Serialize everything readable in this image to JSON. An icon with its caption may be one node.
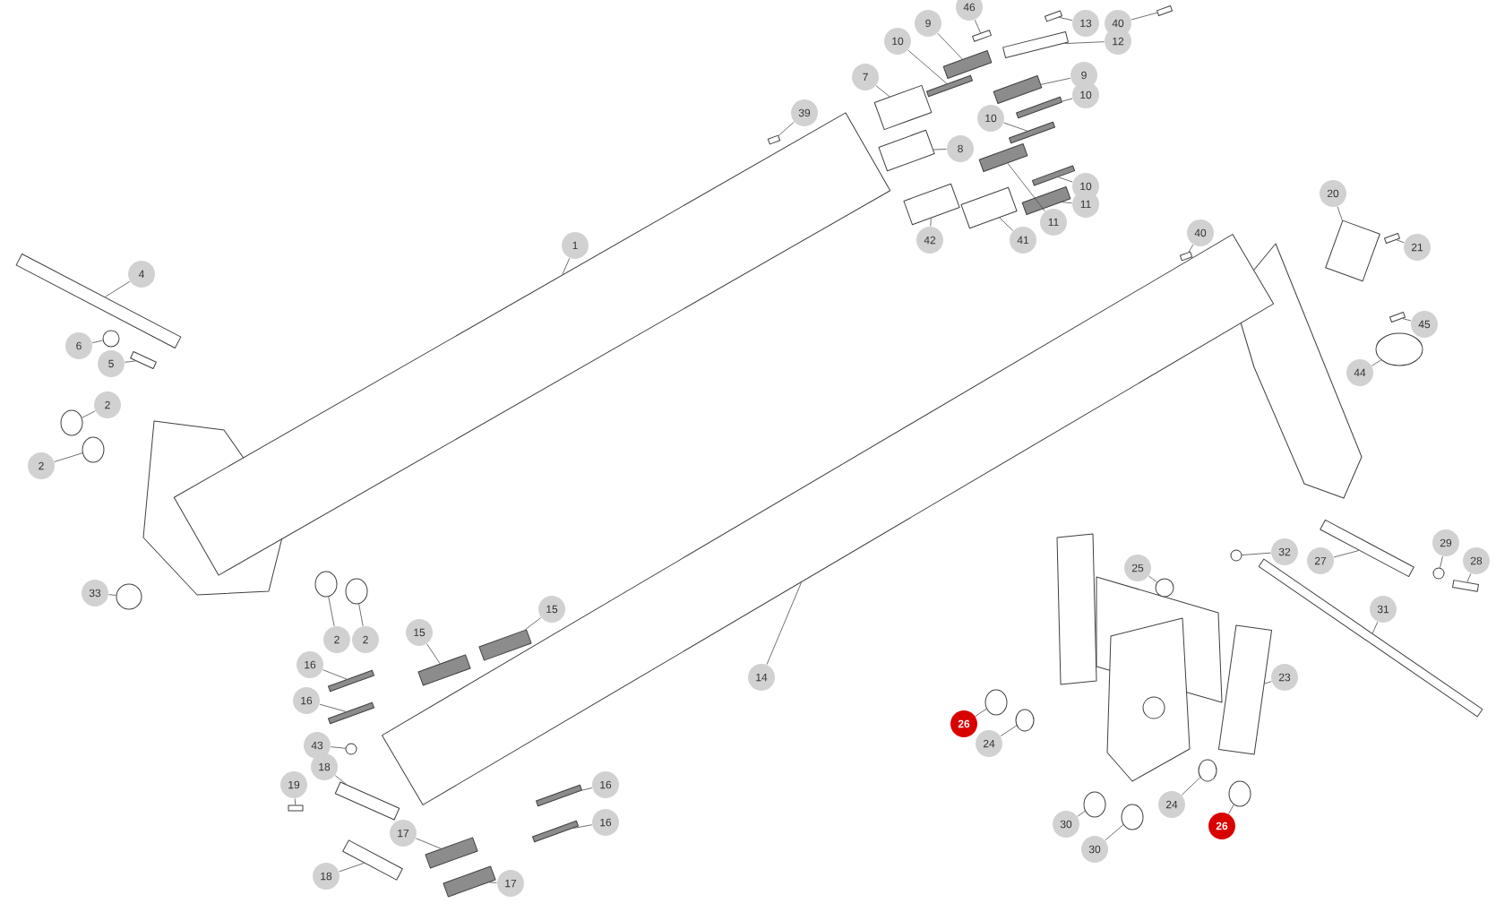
{
  "diagram": {
    "nodes": [
      {
        "text": [
          "46"
        ]
      },
      {
        "text": [
          "9"
        ]
      },
      {
        "text": [
          "13"
        ]
      },
      {
        "text": [
          "40"
        ]
      },
      {
        "text": [
          "10"
        ]
      },
      {
        "text": [
          "12"
        ]
      },
      {
        "text": [
          "7"
        ]
      },
      {
        "text": [
          "9"
        ]
      },
      {
        "text": [
          "10"
        ]
      },
      {
        "text": [
          "39"
        ]
      },
      {
        "text": [
          "10"
        ]
      },
      {
        "text": [
          "8"
        ]
      },
      {
        "text": [
          "10"
        ]
      },
      {
        "text": [
          "11"
        ]
      },
      {
        "text": [
          "11"
        ]
      },
      {
        "text": [
          "42"
        ]
      },
      {
        "text": [
          "41"
        ]
      },
      {
        "text": [
          "20"
        ]
      },
      {
        "text": [
          "1"
        ]
      },
      {
        "text": [
          "40"
        ]
      },
      {
        "text": [
          "21"
        ]
      },
      {
        "text": [
          "4"
        ]
      },
      {
        "text": [
          "45"
        ]
      },
      {
        "text": [
          "6"
        ]
      },
      {
        "text": [
          "5"
        ]
      },
      {
        "text": [
          "44"
        ]
      },
      {
        "text": [
          "2"
        ]
      },
      {
        "text": [
          "2"
        ]
      },
      {
        "text": [
          "29"
        ]
      },
      {
        "text": [
          "32"
        ]
      },
      {
        "text": [
          "27"
        ]
      },
      {
        "text": [
          "28"
        ]
      },
      {
        "text": [
          "25"
        ]
      },
      {
        "text": [
          "33"
        ]
      },
      {
        "text": [
          "31"
        ]
      },
      {
        "text": [
          "15"
        ]
      },
      {
        "text": [
          "15"
        ]
      },
      {
        "text": [
          "2"
        ]
      },
      {
        "text": [
          "2"
        ]
      },
      {
        "text": [
          "16"
        ]
      },
      {
        "text": [
          "23"
        ]
      },
      {
        "text": [
          "14"
        ]
      },
      {
        "text": [
          "16"
        ]
      },
      {
        "text": [
          "26"
        ]
      },
      {
        "text": [
          "24"
        ]
      },
      {
        "text": [
          "43"
        ]
      },
      {
        "text": [
          "18"
        ]
      },
      {
        "text": [
          "19"
        ]
      },
      {
        "text": [
          "16"
        ]
      },
      {
        "text": [
          "24"
        ]
      },
      {
        "text": [
          "16"
        ]
      },
      {
        "text": [
          "30"
        ]
      },
      {
        "text": [
          "26"
        ]
      },
      {
        "text": [
          "30"
        ]
      },
      {
        "text": [
          "17"
        ]
      },
      {
        "text": [
          "18"
        ]
      },
      {
        "text": [
          "17"
        ]
      },
      {
        "text": [],
        "shape": "bar"
      },
      {
        "text": [],
        "shape": "bar"
      },
      {
        "text": [],
        "shape": "bar"
      },
      {
        "text": [],
        "shape": "bar"
      },
      {
        "text": [],
        "shape": "bar"
      },
      {
        "text": [],
        "shape": "bar"
      },
      {
        "text": [],
        "shape": "box"
      },
      {
        "text": [],
        "shape": "bar"
      },
      {
        "text": [],
        "shape": "bar"
      },
      {
        "text": [],
        "shape": "bar"
      },
      {
        "text": [],
        "shape": "bar"
      },
      {
        "text": [],
        "shape": "box"
      },
      {
        "text": [],
        "shape": "bar"
      },
      {
        "text": [],
        "shape": "bar"
      },
      {
        "text": [],
        "shape": "bar"
      },
      {
        "text": [],
        "shape": "box"
      },
      {
        "text": [],
        "shape": "box"
      },
      {
        "text": [],
        "shape": "box"
      },
      {
        "text": [],
        "shape": "bar"
      },
      {
        "text": [],
        "shape": "bar"
      },
      {
        "text": [],
        "shape": "bar"
      },
      {
        "text": [],
        "shape": "bar"
      },
      {
        "text": [],
        "shape": "bar"
      },
      {
        "text": [],
        "shape": "circle"
      },
      {
        "text": [],
        "shape": "bar"
      },
      {
        "text": [],
        "shape": "circle"
      },
      {
        "text": [],
        "shape": "circle"
      },
      {
        "text": [],
        "shape": "circle"
      },
      {
        "text": [],
        "shape": "circle"
      },
      {
        "text": [],
        "shape": "circle"
      },
      {
        "text": [],
        "shape": "bar"
      },
      {
        "text": [],
        "shape": "bar"
      },
      {
        "text": [],
        "shape": "circle"
      },
      {
        "text": [],
        "shape": "circle"
      },
      {
        "text": [],
        "shape": "bar"
      },
      {
        "text": [],
        "shape": "bar"
      },
      {
        "text": [],
        "shape": "bar"
      },
      {
        "text": [],
        "shape": "circle"
      },
      {
        "text": [],
        "shape": "circle"
      },
      {
        "text": [],
        "shape": "bar"
      },
      {
        "text": [],
        "shape": "box"
      },
      {
        "text": [],
        "shape": "bar"
      },
      {
        "text": [],
        "shape": "bar"
      },
      {
        "text": [],
        "shape": "circle"
      },
      {
        "text": [],
        "shape": "circle"
      },
      {
        "text": [],
        "shape": "circle"
      },
      {
        "text": [],
        "shape": "bar"
      },
      {
        "text": [],
        "shape": "bar"
      },
      {
        "text": [],
        "shape": "bar"
      },
      {
        "text": [],
        "shape": "circle"
      },
      {
        "text": [],
        "shape": "bar"
      },
      {
        "text": [],
        "shape": "circle"
      },
      {
        "text": [],
        "shape": "circle"
      },
      {
        "text": [],
        "shape": "circle"
      },
      {
        "text": [],
        "shape": "bar"
      },
      {
        "text": [],
        "shape": "bar"
      },
      {
        "text": [],
        "shape": "bar"
      }
    ],
    "edges": [
      {
        "from": 0,
        "to": 57,
        "arrow": "none"
      },
      {
        "from": 1,
        "to": 58,
        "arrow": "none"
      },
      {
        "from": 2,
        "to": 59,
        "arrow": "none"
      },
      {
        "from": 3,
        "to": 60,
        "arrow": "none"
      },
      {
        "from": 4,
        "to": 61,
        "arrow": "none"
      },
      {
        "from": 5,
        "to": 62,
        "arrow": "none"
      },
      {
        "from": 6,
        "to": 63,
        "arrow": "none"
      },
      {
        "from": 7,
        "to": 64,
        "arrow": "none"
      },
      {
        "from": 8,
        "to": 65,
        "arrow": "none"
      },
      {
        "from": 9,
        "to": 66,
        "arrow": "none"
      },
      {
        "from": 10,
        "to": 67,
        "arrow": "none"
      },
      {
        "from": 11,
        "to": 68,
        "arrow": "none"
      },
      {
        "from": 12,
        "to": 69,
        "arrow": "none"
      },
      {
        "from": 13,
        "to": 70,
        "arrow": "none"
      },
      {
        "from": 14,
        "to": 71,
        "arrow": "none"
      },
      {
        "from": 15,
        "to": 72,
        "arrow": "none"
      },
      {
        "from": 16,
        "to": 73,
        "arrow": "none"
      },
      {
        "from": 17,
        "to": 74,
        "arrow": "none"
      },
      {
        "from": 18,
        "to": 75,
        "arrow": "none"
      },
      {
        "from": 19,
        "to": 76,
        "arrow": "none"
      },
      {
        "from": 20,
        "to": 77,
        "arrow": "none"
      },
      {
        "from": 21,
        "to": 78,
        "arrow": "none"
      },
      {
        "from": 22,
        "to": 79,
        "arrow": "none"
      },
      {
        "from": 23,
        "to": 80,
        "arrow": "none"
      },
      {
        "from": 24,
        "to": 81,
        "arrow": "none"
      },
      {
        "from": 25,
        "to": 82,
        "arrow": "none"
      },
      {
        "from": 26,
        "to": 83,
        "arrow": "none"
      },
      {
        "from": 27,
        "to": 84,
        "arrow": "none"
      },
      {
        "from": 28,
        "to": 85,
        "arrow": "none"
      },
      {
        "from": 29,
        "to": 86,
        "arrow": "none"
      },
      {
        "from": 30,
        "to": 87,
        "arrow": "none"
      },
      {
        "from": 31,
        "to": 88,
        "arrow": "none"
      },
      {
        "from": 32,
        "to": 89,
        "arrow": "none"
      },
      {
        "from": 33,
        "to": 90,
        "arrow": "none"
      },
      {
        "from": 34,
        "to": 91,
        "arrow": "none"
      },
      {
        "from": 35,
        "to": 92,
        "arrow": "none"
      },
      {
        "from": 36,
        "to": 93,
        "arrow": "none"
      },
      {
        "from": 37,
        "to": 94,
        "arrow": "none"
      },
      {
        "from": 38,
        "to": 95,
        "arrow": "none"
      },
      {
        "from": 39,
        "to": 96,
        "arrow": "none"
      },
      {
        "from": 40,
        "to": 97,
        "arrow": "none"
      },
      {
        "from": 41,
        "to": 98,
        "arrow": "none"
      },
      {
        "from": 42,
        "to": 99,
        "arrow": "none"
      },
      {
        "from": 43,
        "to": 100,
        "arrow": "none"
      },
      {
        "from": 44,
        "to": 101,
        "arrow": "none"
      },
      {
        "from": 45,
        "to": 102,
        "arrow": "none"
      },
      {
        "from": 46,
        "to": 103,
        "arrow": "none"
      },
      {
        "from": 47,
        "to": 104,
        "arrow": "none"
      },
      {
        "from": 48,
        "to": 105,
        "arrow": "none"
      },
      {
        "from": 49,
        "to": 106,
        "arrow": "none"
      },
      {
        "from": 50,
        "to": 107,
        "arrow": "none"
      },
      {
        "from": 51,
        "to": 108,
        "arrow": "none"
      },
      {
        "from": 52,
        "to": 109,
        "arrow": "none"
      },
      {
        "from": 53,
        "to": 110,
        "arrow": "none"
      },
      {
        "from": 54,
        "to": 111,
        "arrow": "none"
      },
      {
        "from": 55,
        "to": 112,
        "arrow": "none"
      },
      {
        "from": 56,
        "to": 113,
        "arrow": "none"
      }
    ]
  }
}
